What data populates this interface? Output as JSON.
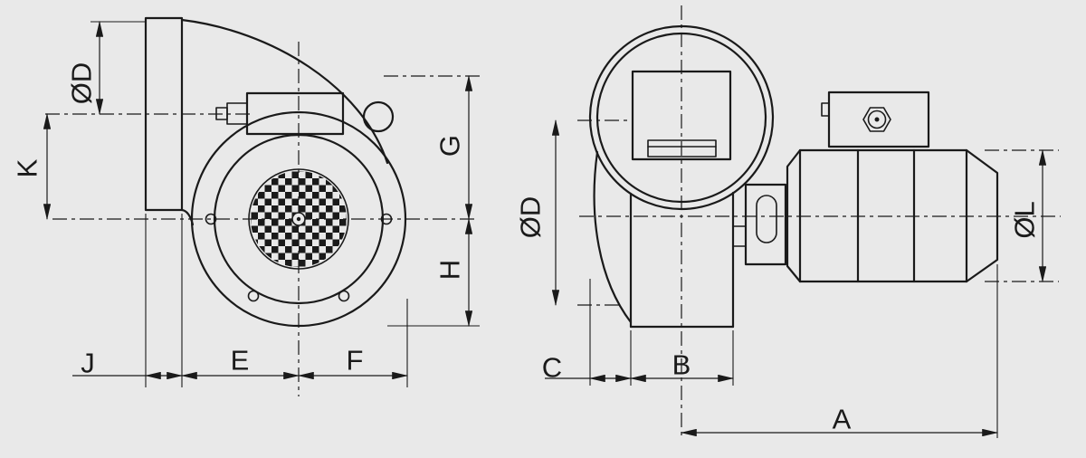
{
  "diagram": {
    "type": "technical-drawing-fan-blower",
    "views": {
      "front": {
        "dim_od": "ØD",
        "dim_k": "K",
        "dim_j": "J",
        "dim_e": "E",
        "dim_f": "F",
        "dim_g": "G",
        "dim_h": "H"
      },
      "side": {
        "dim_od": "ØD",
        "dim_c": "C",
        "dim_b": "B",
        "dim_a": "A",
        "dim_ol": "ØL"
      }
    },
    "colors": {
      "background": "#e9e9e9",
      "line": "#1a1a1a"
    }
  }
}
